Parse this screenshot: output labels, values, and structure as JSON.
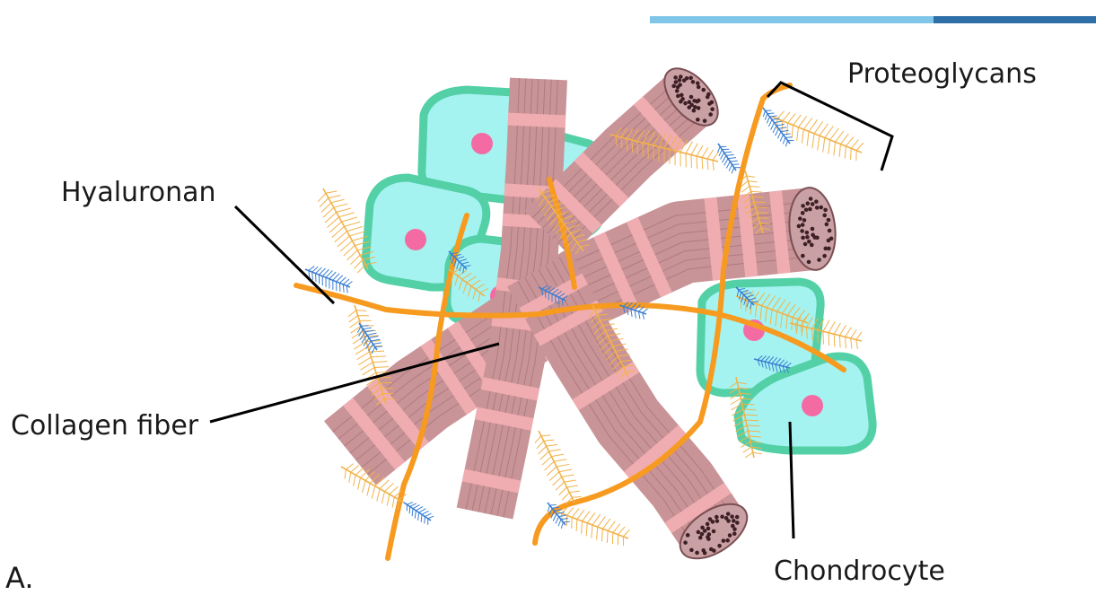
{
  "labels": {
    "proteoglycans": "Proteoglycans",
    "hyaluronan": "Hyaluronan",
    "collagen_fiber": "Collagen fiber",
    "chondrocyte": "Chondrocyte",
    "panel": "A."
  },
  "colors": {
    "collagen_body": "#c99497",
    "collagen_band": "#f2aeb2",
    "collagen_stripe": "#8e5d62",
    "collagen_end": "#c9a0a4",
    "collagen_dot": "#3d2025",
    "cell_fill": "#a4f3f1",
    "cell_border": "#54d0a7",
    "nucleus": "#f46ba4",
    "hyaluronan": "#f79a20",
    "proteoglycan_orange": "#f2b24a",
    "proteoglycan_blue": "#3a7fd2",
    "leader_line": "#000000",
    "topbar_light": "#7fc6e8",
    "topbar_dark": "#2f6fa8"
  },
  "icons": {
    "collagen": "collagen-fiber-icon",
    "cell": "chondrocyte-icon",
    "hyaluronan": "hyaluronan-strand-icon",
    "proteoglycan": "proteoglycan-bottlebrush-icon"
  }
}
